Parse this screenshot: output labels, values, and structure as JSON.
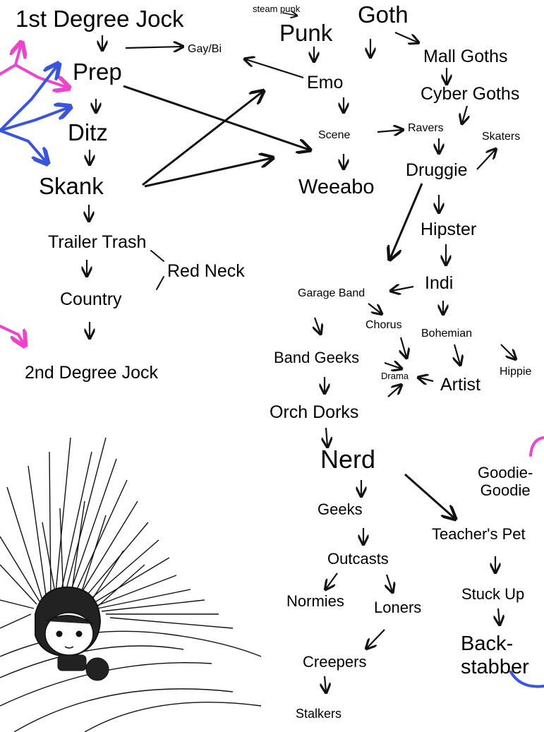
{
  "labels": {
    "first_degree_jock": "1st Degree Jock",
    "prep": "Prep",
    "ditz": "Ditz",
    "skank": "Skank",
    "trailer_trash": "Trailer Trash",
    "red_neck": "Red Neck",
    "country": "Country",
    "second_degree_jock": "2nd Degree Jock",
    "gay_bi": "Gay/Bi",
    "steam_punk": "steam punk",
    "punk": "Punk",
    "goth": "Goth",
    "emo": "Emo",
    "mall_goths": "Mall Goths",
    "cyber_goths": "Cyber Goths",
    "scene": "Scene",
    "ravers": "Ravers",
    "skaters": "Skaters",
    "weeabo": "Weeabo",
    "druggie": "Druggie",
    "hipster": "Hipster",
    "indi": "Indi",
    "garage_band": "Garage Band",
    "chorus": "Chorus",
    "bohemian": "Bohemian",
    "band_geeks": "Band Geeks",
    "drama": "Drama",
    "artist": "Artist",
    "hippie": "Hippie",
    "orch_dorks": "Orch Dorks",
    "nerd": "Nerd",
    "goodie_goodie": "Goodie-\nGoodie",
    "geeks": "Geeks",
    "teachers_pet": "Teacher's Pet",
    "outcasts": "Outcasts",
    "normies": "Normies",
    "loners": "Loners",
    "stuck_up": "Stuck Up",
    "creepers": "Creepers",
    "backstabber": "Back-\nstabber",
    "stalkers": "Stalkers"
  },
  "colors": {
    "ink": "#111111",
    "pink": "#ee44cc",
    "blue": "#3a55dd"
  },
  "icons": {
    "sketch": "spiky-haired-character-drawing"
  }
}
